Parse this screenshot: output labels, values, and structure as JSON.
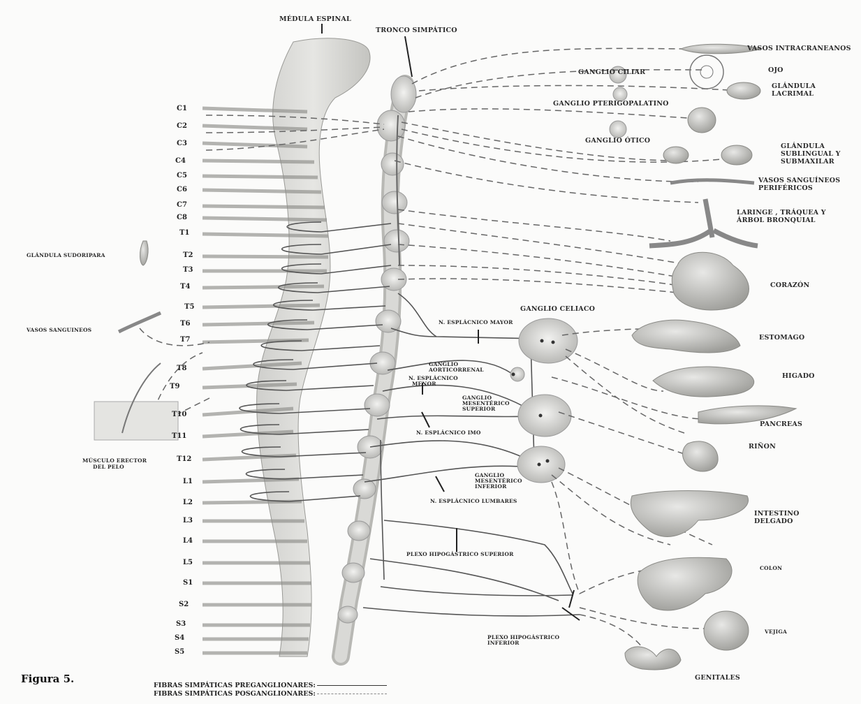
{
  "figure": {
    "caption": "Figura 5.",
    "legend": {
      "pre": "FIBRAS SIMPÁTICAS   PREGANGLIONARES:",
      "post": "FIBRAS SIMPÁTICAS POSGANGLIONARES:"
    }
  },
  "segments": [
    "C1",
    "C2",
    "C3",
    "C4",
    "C5",
    "C6",
    "C7",
    "C8",
    "T1",
    "T2",
    "T3",
    "T4",
    "T5",
    "T6",
    "T7",
    "T8",
    "T9",
    "T10",
    "T11",
    "T12",
    "L1",
    "L2",
    "L3",
    "L4",
    "L5",
    "S1",
    "S2",
    "S3",
    "S4",
    "S5"
  ],
  "labels": {
    "medula": "MÉDULA ESPINAL",
    "tronco": "TRONCO SIMPÁTICO",
    "vasos_intra": "VASOS INTRACRANEANOS",
    "ojo": "OJO",
    "ganglio_ciliar": "GANGLIO CILIAR",
    "glandula_lagrimal_1": "GLÁNDULA",
    "glandula_lagrimal_2": "LACRIMAL",
    "ganglio_pterigo": "GANGLIO PTERIGOPALATINO",
    "ganglio_otico": "GANGLIO ÓTICO",
    "sublingual_1": "GLÁNDULA",
    "sublingual_2": "SUBLINGUAL Y",
    "sublingual_3": "SUBMAXILAR",
    "vasos_sang_1": "VASOS SANGUÍNEOS",
    "vasos_sang_2": "PERIFÉRICOS",
    "laringe_1": "LARINGE , TRÁQUEA Y",
    "laringe_2": "ÁRBOL BRONQUIAL",
    "corazon": "CORAZÓN",
    "ganglio_celiaco": "GANGLIO CELIACO",
    "estomago": "ESTOMAGO",
    "esplacnico_mayor": "N. ESPLÁCNICO MAYOR",
    "aortico_1": "GANGLIO",
    "aortico_2": "AORTICORRENAL",
    "esplacnico_menor_1": "N. ESPLÁCNICO",
    "esplacnico_menor_2": "MENOR",
    "higado": "HIGADO",
    "mes_sup_1": "GANGLIO",
    "mes_sup_2": "MESENTÉRICO",
    "mes_sup_3": "SUPERIOR",
    "pancreas": "PANCREAS",
    "esplacnico_imo": "N. ESPLÁCNICO IMO",
    "rinon": "RIÑON",
    "mes_inf_1": "GANGLIO",
    "mes_inf_2": "MESENTÉRICO",
    "mes_inf_3": "INFERIOR",
    "esplacnico_lumbares": "N. ESPLÁCNICO LUMBARES",
    "intestino_1": "INTESTINO",
    "intestino_2": "DELGADO",
    "plexo_sup": "PLEXO HIPOGÁSTRICO SUPERIOR",
    "colon": "COLON",
    "plexo_inf_1": "PLEXO HIPOGÁSTRICO",
    "plexo_inf_2": "INFERIOR",
    "vejiga": "VEJIGA",
    "genitales": "GENITALES",
    "glandula_sudoripara": "GLÁNDULA SUDORIPARA",
    "vasos_sanguineos_left": "VASOS SANGUINEOS",
    "musculo_1": "MÚSCULO ERECTOR",
    "musculo_2": "DEL PELO"
  }
}
